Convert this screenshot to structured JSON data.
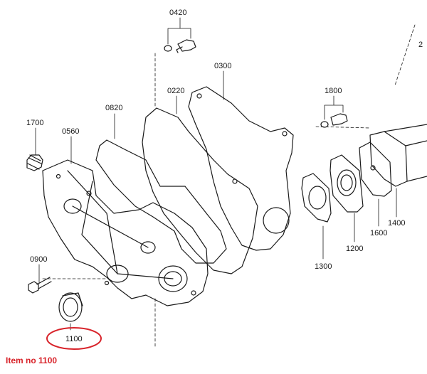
{
  "diagram": {
    "labels": {
      "p0420": "0420",
      "p0300": "0300",
      "p0220": "0220",
      "p0820": "0820",
      "p1700": "1700",
      "p0560": "0560",
      "p1800": "1800",
      "p0900": "0900",
      "p1100": "1100",
      "p1300": "1300",
      "p1200": "1200",
      "p1600": "1600",
      "p1400": "1400",
      "p2": "2"
    },
    "highlight_color": "#d8232a",
    "line_color": "#1a1a1a"
  },
  "caption": "Item no 1100"
}
